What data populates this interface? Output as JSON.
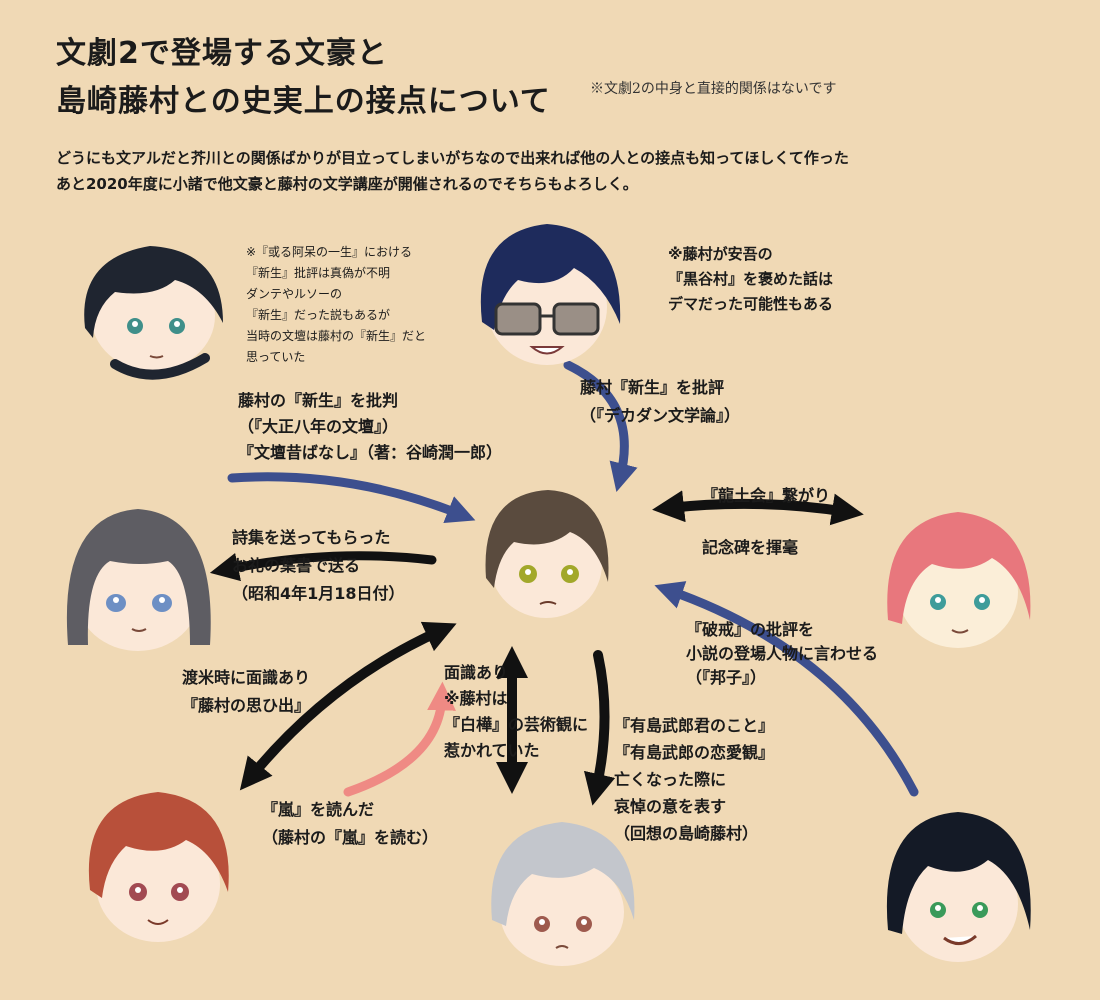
{
  "title": {
    "line1": "文劇2で登場する文豪と",
    "line2": "島崎藤村との史実上の接点について"
  },
  "disclaimer": "※文劇2の中身と直接的関係はないです",
  "intro": {
    "line1": "どうにも文アルだと芥川との関係ばかりが目立ってしまいがちなので出来れば他の人との接点も知ってほしくて作った",
    "line2": "あと2020年度に小諸で他文豪と藤村の文学講座が開催されるのでそちらもよろしく。"
  },
  "notes": {
    "top_left": [
      "※『或る阿呆の一生』における",
      "『新生』批評は真偽が不明",
      "ダンテやルソーの",
      "『新生』だった説もあるが",
      "当時の文壇は藤村の『新生』だと",
      "思っていた"
    ],
    "top_right": [
      "※藤村が安吾の",
      "『黒谷村』を褒めた話は",
      "デマだった可能性もある"
    ]
  },
  "labels": {
    "tanizaki": [
      "藤村の『新生』を批判",
      "（『大正八年の文壇』）",
      "『文壇昔ばなし』（著：谷崎潤一郎）"
    ],
    "ango": [
      "藤村『新生』を批評",
      "（『デカダン文学論』）"
    ],
    "kitahara": [
      "『龍土会』繋がり",
      "記念碑を揮毫"
    ],
    "hagiwara": [
      "詩集を送ってもらった",
      "お礼の葉書で送る",
      "（昭和4年1月18日付）"
    ],
    "noguchi": [
      "渡米時に面識あり",
      "『藤村の思ひ出』"
    ],
    "mushanokoji": [
      "面識あり",
      "※藤村は",
      "『白樺』の芸術観に",
      "惹かれていた"
    ],
    "arishima": [
      "『有島武郎君のこと』",
      "『有島武郎の恋愛観』",
      "亡くなった際に",
      "哀悼の意を表す",
      "（回想の島崎藤村）"
    ],
    "arashi": [
      "『嵐』を読んだ",
      "（藤村の『嵐』を読む）"
    ],
    "dazai": [
      "『破戒』の批評を",
      "小説の登場人物に言わせる",
      "（『邦子』）"
    ]
  },
  "colors": {
    "background": "#f0d9b5",
    "arrow_blue": "#3d4f8e",
    "arrow_black": "#111111",
    "arrow_pink": "#ef8a84"
  }
}
